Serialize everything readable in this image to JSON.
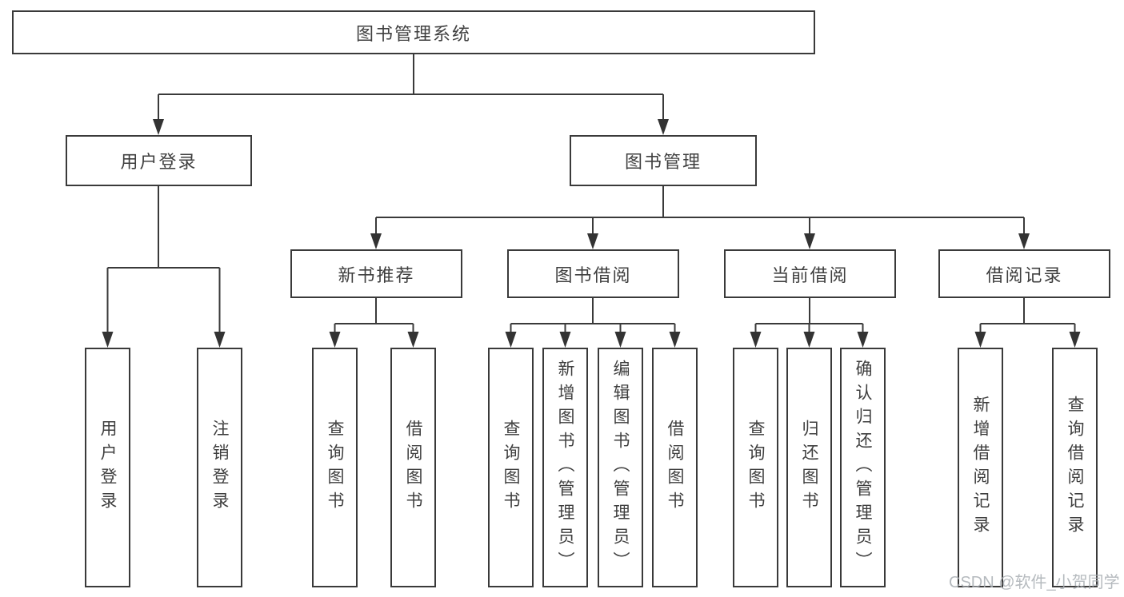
{
  "tree": {
    "label": "图书管理系统",
    "children": [
      {
        "label": "用户登录",
        "children": [
          {
            "label": "用户登录"
          },
          {
            "label": "注销登录"
          }
        ]
      },
      {
        "label": "图书管理",
        "children": [
          {
            "label": "新书推荐",
            "children": [
              {
                "label": "查询图书"
              },
              {
                "label": "借阅图书"
              }
            ]
          },
          {
            "label": "图书借阅",
            "children": [
              {
                "label": "查询图书"
              },
              {
                "label": "新增图书（管理员）"
              },
              {
                "label": "编辑图书（管理员）"
              },
              {
                "label": "借阅图书"
              }
            ]
          },
          {
            "label": "当前借阅",
            "children": [
              {
                "label": "查询图书"
              },
              {
                "label": "归还图书"
              },
              {
                "label": "确认归还（管理员）"
              }
            ]
          },
          {
            "label": "借阅记录",
            "children": [
              {
                "label": "新增借阅记录"
              },
              {
                "label": "查询借阅记录"
              }
            ]
          }
        ]
      }
    ]
  },
  "watermark": {
    "text": "CSDN @软件_小贺同学"
  },
  "colors": {
    "line": "#3a3a3a",
    "text": "#3f3f3f",
    "box_background": "#ffffff",
    "page_background": "#ffffff",
    "watermark": "#a9aeb3"
  }
}
